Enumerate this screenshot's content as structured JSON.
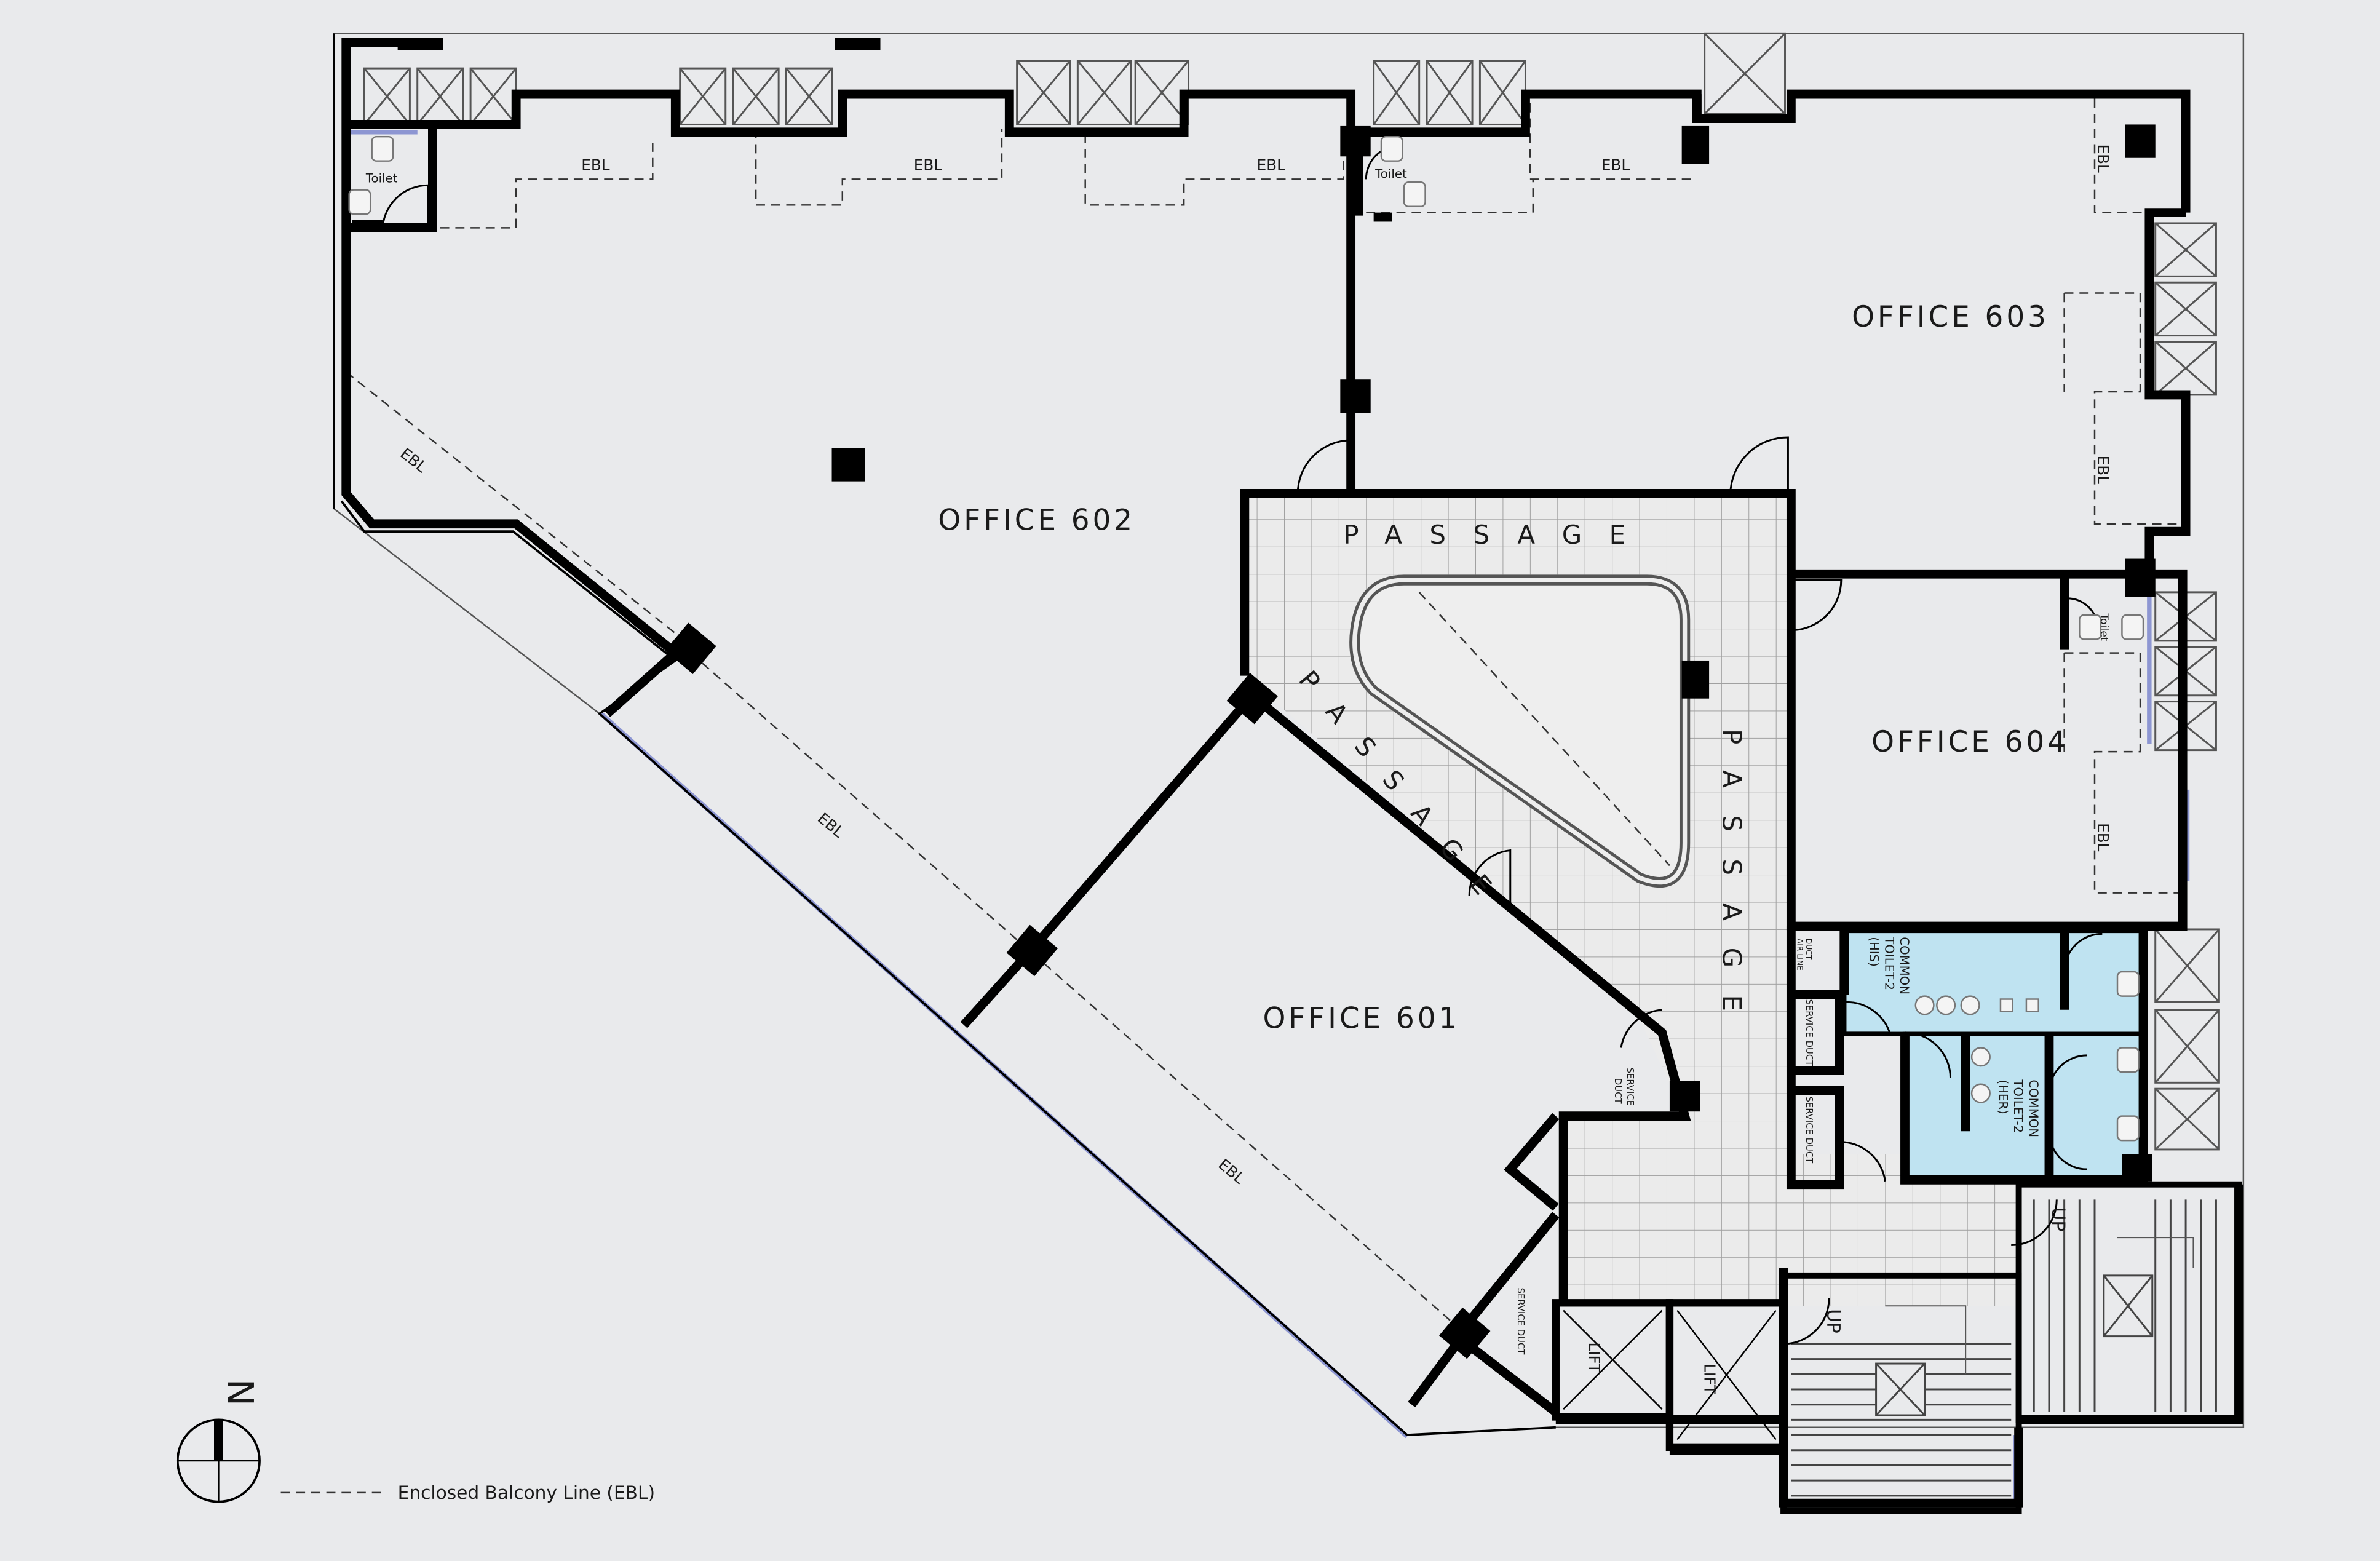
{
  "offices": {
    "o601": "OFFICE 601",
    "o602": "OFFICE 602",
    "o603": "OFFICE 603",
    "o604": "OFFICE 604"
  },
  "ebl_label": "EBL",
  "passage_label": "PASSAGE",
  "toilet_label": "Toilet",
  "common_toilet_his": {
    "line1": "COMMON",
    "line2": "TOILET-2",
    "line3": "(HIS)"
  },
  "common_toilet_her": {
    "line1": "COMMON",
    "line2": "TOILET-2",
    "line3": "(HER)"
  },
  "service_duct_label": "SERVICE DUCT",
  "service_duct_short": {
    "line1": "SERVICE",
    "line2": "DUCT"
  },
  "duct_label": {
    "line1": "DUCT",
    "line2": "AIR LINE"
  },
  "lift_label": "LIFT",
  "stair_up_label": "UP",
  "north_label": "N",
  "legend_text": "Enclosed Balcony Line (EBL)",
  "colors": {
    "background": "#e9eaec",
    "wall": "#000000",
    "toilet_fill": "#bfe3f1",
    "window": "#8d96d2",
    "grid": "#9c9c9c"
  }
}
